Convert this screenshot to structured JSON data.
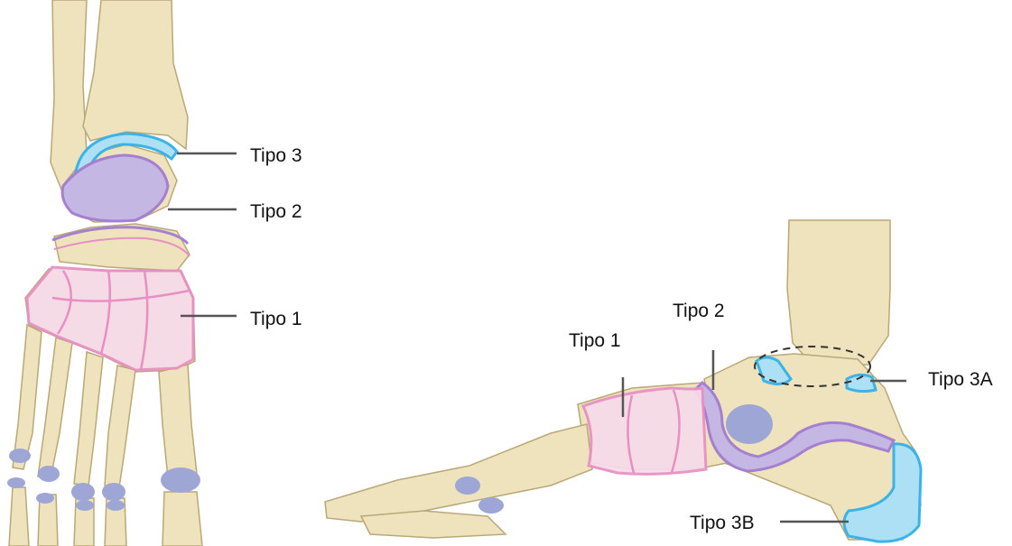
{
  "colors": {
    "bone": "#eee3bd",
    "bone_shadow": "#d2c191",
    "bone_outline": "#b9a878",
    "tipo1": "#e88fc4",
    "tipo1_fill": "#f6dbea",
    "tipo2": "#a57fd0",
    "tipo2_fill": "#c4b7e3",
    "tipo3": "#3cb3e6",
    "tipo3_fill": "#aee0f5",
    "cartilage": "#9ea6d6",
    "leader": "#555555"
  },
  "labels": {
    "front": {
      "tipo3": "Tipo 3",
      "tipo2": "Tipo 2",
      "tipo1": "Tipo 1"
    },
    "side": {
      "tipo2": "Tipo 2",
      "tipo1": "Tipo 1",
      "tipo3a": "Tipo 3A",
      "tipo3b": "Tipo 3B"
    }
  }
}
